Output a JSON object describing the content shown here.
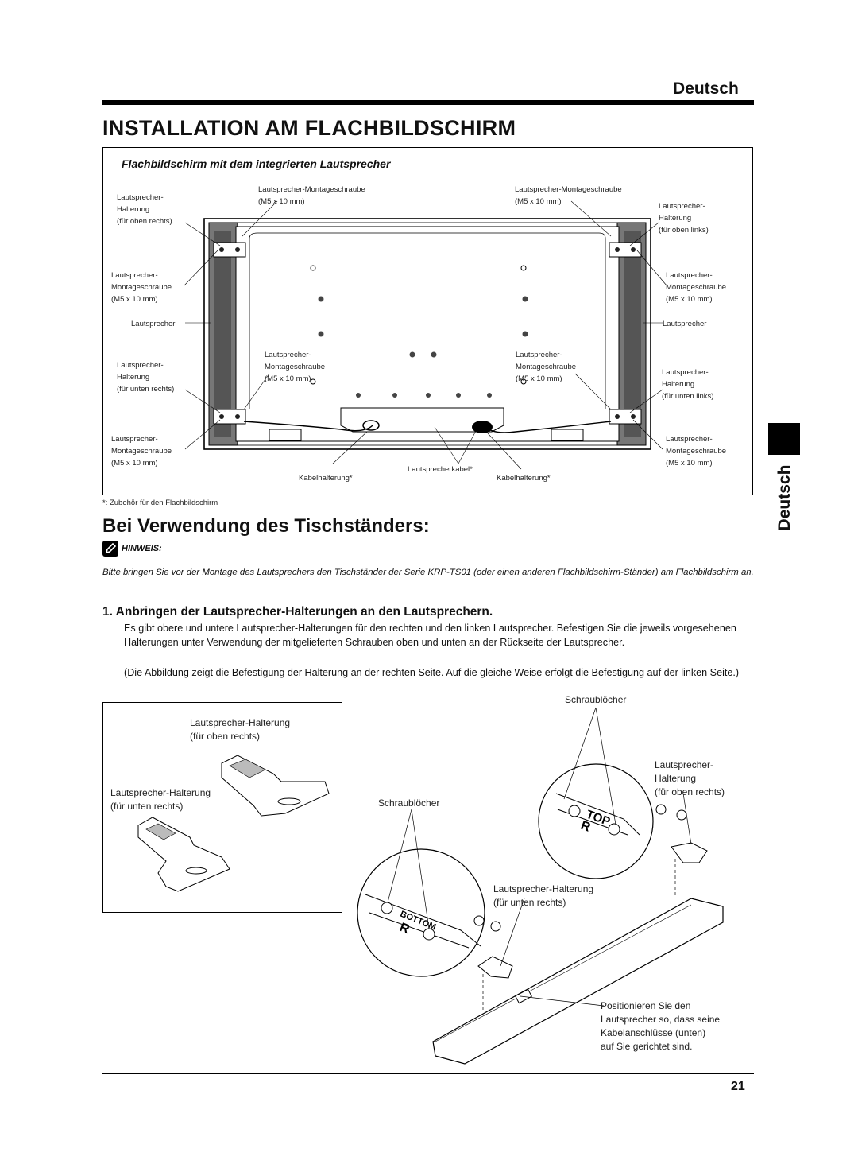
{
  "header": {
    "language": "Deutsch",
    "title": "INSTALLATION AM FLACHBILDSCHIRM"
  },
  "figure1": {
    "caption": "Flachbildschirm mit dem integrierten Lautsprecher",
    "labels": {
      "top_center_left_1": "Lautsprecher-Montageschraube",
      "top_center_left_2": "(M5 x 10 mm)",
      "top_center_right_1": "Lautsprecher-Montageschraube",
      "top_center_right_2": "(M5 x 10 mm)",
      "left_bracket_top_1": "Lautsprecher-",
      "left_bracket_top_2": "Halterung",
      "left_bracket_top_3": "(für oben rechts)",
      "right_bracket_top_1": "Lautsprecher-",
      "right_bracket_top_2": "Halterung",
      "right_bracket_top_3": "(für oben links)",
      "left_screw_1": "Lautsprecher-",
      "left_screw_2": "Montageschraube",
      "left_screw_3": "(M5 x 10 mm)",
      "right_screw_1": "Lautsprecher-",
      "right_screw_2": "Montageschraube",
      "right_screw_3": "(M5 x 10 mm)",
      "left_speaker": "Lautsprecher",
      "right_speaker": "Lautsprecher",
      "mid_left_screw_1": "Lautsprecher-",
      "mid_left_screw_2": "Montageschraube",
      "mid_left_screw_3": "(M5 x 10 mm)",
      "mid_right_screw_1": "Lautsprecher-",
      "mid_right_screw_2": "Montageschraube",
      "mid_right_screw_3": "(M5 x 10 mm)",
      "left_bracket_bot_1": "Lautsprecher-",
      "left_bracket_bot_2": "Halterung",
      "left_bracket_bot_3": "(für unten rechts)",
      "right_bracket_bot_1": "Lautsprecher-",
      "right_bracket_bot_2": "Halterung",
      "right_bracket_bot_3": "(für unten links)",
      "left_bot_screw_1": "Lautsprecher-",
      "left_bot_screw_2": "Montageschraube",
      "left_bot_screw_3": "(M5 x 10 mm)",
      "right_bot_screw_1": "Lautsprecher-",
      "right_bot_screw_2": "Montageschraube",
      "right_bot_screw_3": "(M5 x 10 mm)",
      "cable_holder_left": "Kabelhalterung*",
      "speaker_cable": "Lautsprecherkabel*",
      "cable_holder_right": "Kabelhalterung*"
    },
    "footnote": "*: Zubehör für den Flachbildschirm"
  },
  "side_tab": {
    "label": "Deutsch"
  },
  "section2": {
    "title": "Bei Verwendung des Tischständers:",
    "note_label": "HINWEIS:",
    "note_text": "Bitte bringen Sie vor der Montage des Lautsprechers den Tischständer der Serie KRP-TS01 (oder einen anderen Flachbildschirm-Ständer) am Flachbildschirm an.",
    "step1_title": "1.  Anbringen der Lautsprecher-Halterungen an den Lautsprechern.",
    "step1_p1": "Es gibt obere und untere Lautsprecher-Halterungen für den rechten und den linken Lautsprecher. Befestigen Sie die jeweils vorgesehenen Halterungen unter Verwendung der mitgelieferten Schrauben oben und unten an der Rückseite der Lautsprecher.",
    "step1_p2": "(Die Abbildung zeigt die Befestigung der Halterung an der rechten Seite. Auf die gleiche Weise erfolgt die Befestigung auf der linken Seite.)"
  },
  "figure2": {
    "bracket_top_1": "Lautsprecher-Halterung",
    "bracket_top_2": "(für oben rechts)",
    "bracket_bot_1": "Lautsprecher-Halterung",
    "bracket_bot_2": "(für unten rechts)",
    "holes_top": "Schraublöcher",
    "holes_mid": "Schraublöcher",
    "speaker_bracket_1": "Lautsprecher-",
    "speaker_bracket_2": "Halterung",
    "speaker_bracket_3": "(für oben rechts)",
    "lower_bracket_1": "Lautsprecher-Halterung",
    "lower_bracket_2": "(für unten rechts)",
    "position_1": "Positionieren Sie den",
    "position_2": "Lautsprecher so, dass seine",
    "position_3": "Kabelanschlüsse (unten)",
    "position_4": "auf Sie gerichtet sind.",
    "top_mark": "TOP",
    "bottom_mark": "BOTTOM",
    "r_mark": "R"
  },
  "footer": {
    "page_number": "21"
  }
}
